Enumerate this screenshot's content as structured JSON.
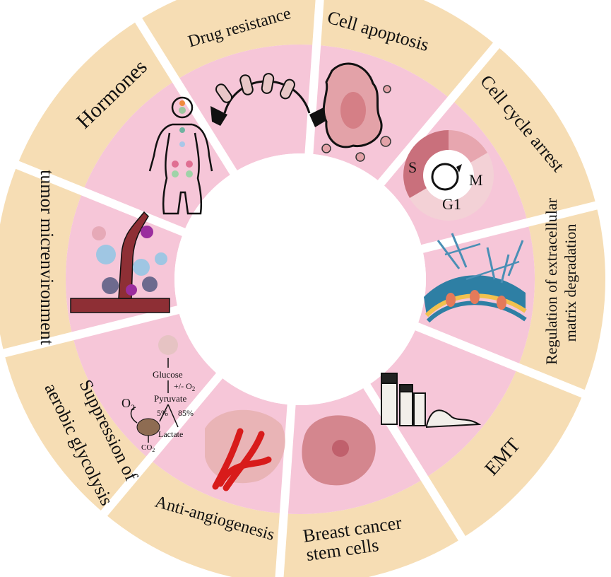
{
  "segments": [
    {
      "label_lines": [
        "Drug resistance"
      ]
    },
    {
      "label_lines": [
        "Cell apoptosis"
      ]
    },
    {
      "label_lines": [
        "Cell cycle arrest"
      ]
    },
    {
      "label_lines": [
        "Regulation of extracellular",
        "matrix degradation"
      ]
    },
    {
      "label_lines": [
        "EMT"
      ]
    },
    {
      "label_lines": [
        "Breast cancer",
        "stem cells"
      ]
    },
    {
      "label_lines": [
        "Anti-angiogenesis"
      ]
    },
    {
      "label_lines": [
        "Suppression of",
        "aerobic glycolysis"
      ]
    },
    {
      "label_lines": [
        "tumor micrenvironment"
      ]
    },
    {
      "label_lines": [
        "Hormones"
      ]
    }
  ],
  "cell_cycle": {
    "s": "S",
    "m": "M",
    "g1": "G1"
  },
  "glycolysis": {
    "glucose": "Glucose",
    "oxygen_condition": "+/- O",
    "oxygen_condition_sub": "2",
    "pyruvate": "Pyruvate",
    "oxygen": "O",
    "oxygen_sub": "2",
    "pct_5": "5%",
    "pct_85": "85%",
    "lactate": "Lactate",
    "co2": "CO",
    "co2_sub": "2"
  },
  "colors": {
    "outer_ring": "#F6DDB4",
    "inner_ring": "#F6C6D8",
    "center": "#FFFFFF",
    "separator": "#FFFFFF"
  }
}
